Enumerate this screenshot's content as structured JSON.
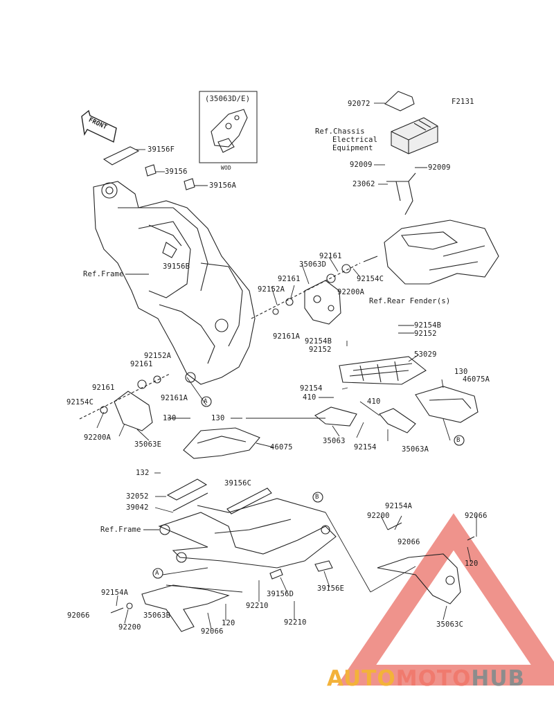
{
  "diagram": {
    "figure_code": "F2131",
    "front_label": "FRONT",
    "inset": {
      "header": "(35063D/E)",
      "footer": "WOD"
    },
    "callouts": [
      "A",
      "B"
    ],
    "labels": [
      "92072",
      "Ref.Chassis",
      "Electrical",
      "Equipment",
      "92009",
      "92009",
      "23062",
      "Ref.Rear Fender(s)",
      "39156F",
      "39156",
      "39156A",
      "39156B",
      "Ref.Frame",
      "92161",
      "35063D",
      "92154C",
      "92161",
      "92152A",
      "92200A",
      "92161A",
      "92152A",
      "92161",
      "92161A",
      "92161",
      "92154C",
      "92200A",
      "35063E",
      "92154B",
      "92152",
      "92154B",
      "92152",
      "53029",
      "130",
      "46075A",
      "92154",
      "410",
      "410",
      "35063",
      "92154",
      "35063A",
      "130",
      "130",
      "46075",
      "132",
      "32052",
      "39042",
      "39156C",
      "Ref.Frame",
      "92154A",
      "92200",
      "92066",
      "92066",
      "120",
      "92210",
      "39156D",
      "39156E",
      "92154A",
      "92066",
      "92200",
      "35063B",
      "92066",
      "120",
      "92210",
      "35063C"
    ]
  },
  "watermark": {
    "part1": "AUTO",
    "part2": "MOTO",
    "part3": "HUB"
  }
}
